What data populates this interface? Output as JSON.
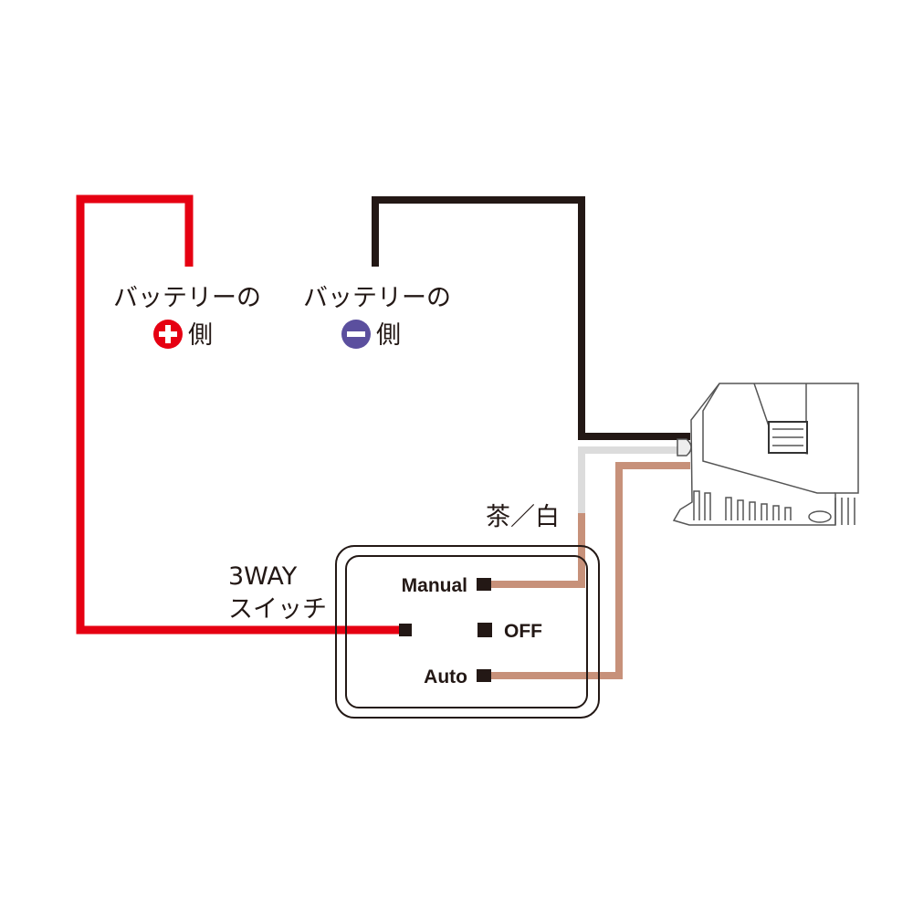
{
  "battery_plus": {
    "label": "バッテリーの",
    "side": "側",
    "icon": "plus-circle-icon",
    "color": "#e60012"
  },
  "battery_minus": {
    "label": "バッテリーの",
    "side": "側",
    "icon": "minus-circle-icon",
    "color": "#5b4f9e"
  },
  "wire_color_label": "茶／白",
  "switch": {
    "title_line1": "3WAY",
    "title_line2": "スイッチ",
    "manual": "Manual",
    "off": "OFF",
    "auto": "Auto"
  },
  "colors": {
    "red_wire": "#e60012",
    "black_wire": "#231815",
    "brown_wire": "#c7917a",
    "white_wire": "#dcdcdc"
  }
}
